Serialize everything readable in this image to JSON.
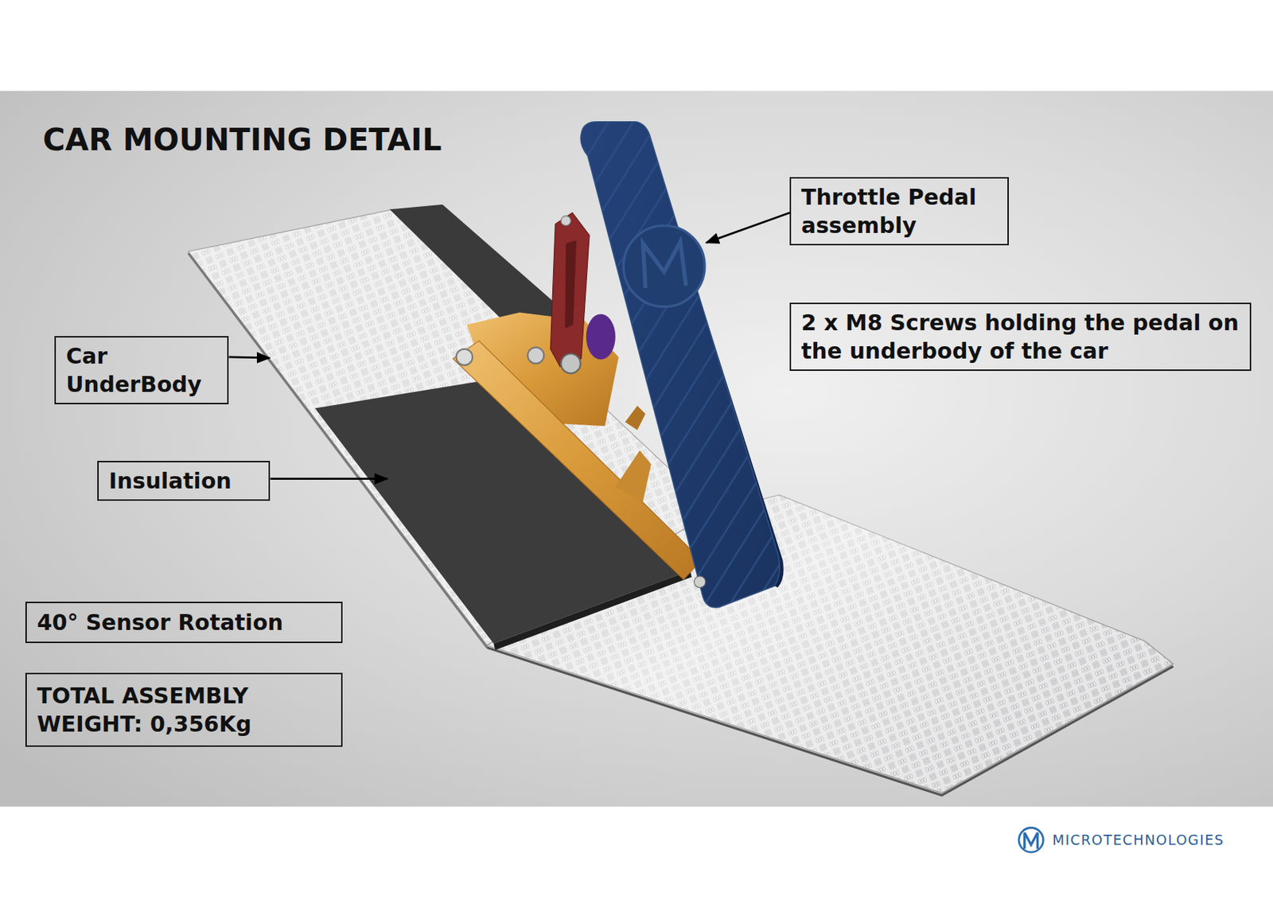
{
  "diagram": {
    "title": "CAR MOUNTING DETAIL",
    "nodes": [
      {
        "text": [
          "Throttle Pedal assembly"
        ]
      },
      {
        "text": [
          "2 x M8 Screws holding the pedal on the underbody of the car"
        ]
      },
      {
        "text": [
          "Car UnderBody"
        ]
      },
      {
        "text": [
          "Insulation"
        ]
      },
      {
        "text": [
          "40° Sensor Rotation"
        ]
      },
      {
        "text": [
          "TOTAL ASSEMBLY WEIGHT: 0,356Kg"
        ]
      }
    ],
    "labels": [
      "MICROTECHNOLOGIES"
    ]
  }
}
